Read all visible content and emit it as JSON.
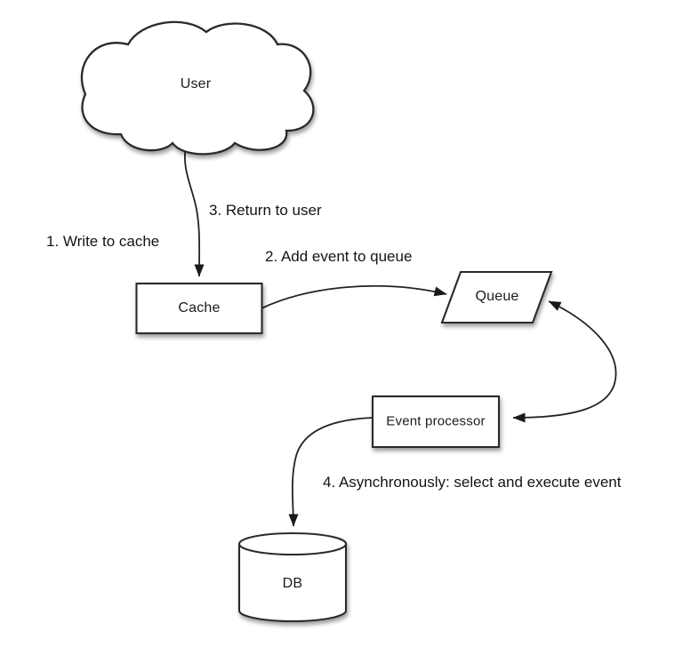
{
  "canvas": {
    "background": "#ffffff"
  },
  "diagram": {
    "nodes": [
      {
        "id": "user",
        "shape": "cloud",
        "label": "User"
      },
      {
        "id": "cache",
        "shape": "rectangle",
        "label": "Cache"
      },
      {
        "id": "queue",
        "shape": "parallelogram",
        "label": "Queue"
      },
      {
        "id": "event-processor",
        "shape": "rectangle",
        "label": "Event processor"
      },
      {
        "id": "db",
        "shape": "cylinder",
        "label": "DB"
      }
    ],
    "steps": [
      {
        "number": "1",
        "text": "1. Write to cache"
      },
      {
        "number": "2",
        "text": "2. Add event to queue"
      },
      {
        "number": "3",
        "text": "3. Return to user"
      },
      {
        "number": "4",
        "text": "4. Asynchronously: select and execute event"
      }
    ],
    "edges": [
      {
        "from": "User",
        "to": "Cache",
        "arrowheads": "end"
      },
      {
        "from": "Cache",
        "to": "Queue",
        "arrowheads": "end"
      },
      {
        "from": "Queue",
        "to": "Event processor",
        "arrowheads": "both"
      },
      {
        "from": "Event processor",
        "to": "DB",
        "arrowheads": "end"
      }
    ],
    "colors": {
      "shape_stroke": "#2b2b2b",
      "shape_fill": "#ffffff",
      "arrow": "#222222",
      "text": "#1b1b20"
    }
  }
}
